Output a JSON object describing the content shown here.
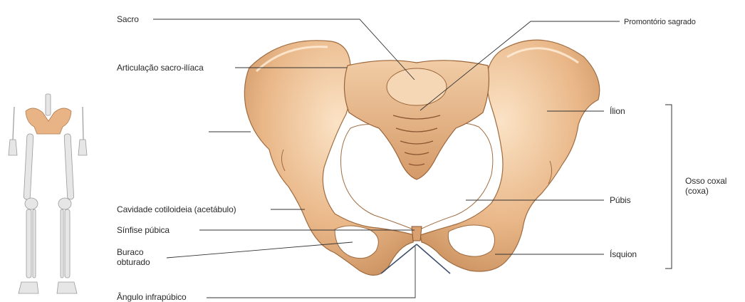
{
  "labels": {
    "left": {
      "sacro": "Sacro",
      "articulacao": "Articulação sacro-ilíaca",
      "cavidade": "Cavidade cotiloideia (acetábulo)",
      "sinfise": "Sínfise púbica",
      "buraco": "Buraco\nobturado",
      "angulo": "Ângulo infrapúbico"
    },
    "right": {
      "promontorio": "Promontório sagrado",
      "ilion": "Ílion",
      "pubis": "Púbis",
      "isquion": "Ísquion",
      "osso_coxal": "Osso coxal\n(coxa)"
    }
  },
  "colors": {
    "bone": "#e8b486",
    "bone_light": "#f6d9b8",
    "bone_dark": "#b07a4c",
    "leader": "#333333",
    "skeleton_bone": "#e8e8e8"
  }
}
